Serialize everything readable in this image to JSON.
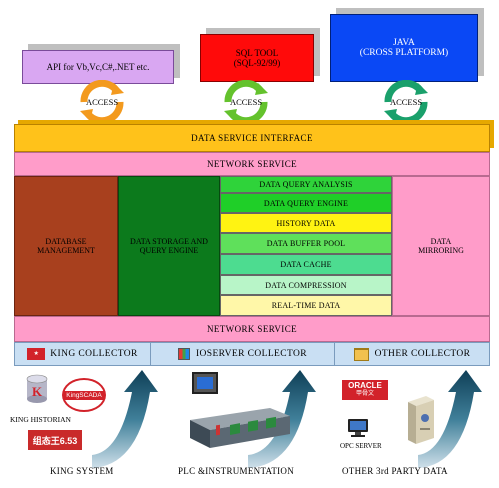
{
  "colors": {
    "api_box": "#d9a7f2",
    "sql_box": "#ff0a0a",
    "java_box": "#0a48f5",
    "interface_bar": "#ffc21a",
    "network_bar": "#ff9cc9",
    "db_mgmt": "#a8401e",
    "storage_engine": "#0c7a1c",
    "mirroring": "#ff9cc9",
    "access_ring_orange": "#f39a1e",
    "access_ring_green": "#64c22d",
    "access_ring_teal": "#1aa06b",
    "collector_bg": "#c9dff3"
  },
  "top_boxes": {
    "api": "API for Vb,Vc,C#,.NET etc.",
    "sql_line1": "SQL TOOL",
    "sql_line2": "(SQL-92/99)",
    "java_line1": "JAVA",
    "java_line2": "(CROSS PLATFORM)"
  },
  "access": [
    "ACCESS",
    "ACCESS",
    "ACCESS"
  ],
  "bars": {
    "interface": "DATA SERVICE INTERFACE",
    "network_top": "NETWORK SERVICE",
    "network_bottom": "NETWORK SERVICE"
  },
  "core": {
    "db_mgmt_line1": "DATABASE",
    "db_mgmt_line2": "MANAGEMENT",
    "storage_line1": "DATA STORAGE AND",
    "storage_line2": "QUERY ENGINE",
    "mirroring_line1": "DATA",
    "mirroring_line2": "MIRRORING",
    "stack": [
      {
        "label": "DATA QUERY ANALYSIS",
        "color": "#2fd33a"
      },
      {
        "label": "DATA QUERY ENGINE",
        "color": "#1fcf28"
      },
      {
        "label": "HISTORY DATA",
        "color": "#fff312"
      },
      {
        "label": "DATA BUFFER POOL",
        "color": "#5fe05b"
      },
      {
        "label": "DATA CACHE",
        "color": "#4ddc90"
      },
      {
        "label": "DATA COMPRESSION",
        "color": "#b8f5c8"
      },
      {
        "label": "REAL-TIME DATA",
        "color": "#fff7a8"
      }
    ]
  },
  "collectors": [
    {
      "label": "KING COLLECTOR",
      "icon": "king-logo-icon"
    },
    {
      "label": "IOSERVER COLLECTOR",
      "icon": "ioserver-icon"
    },
    {
      "label": "OTHER COLLECTOR",
      "icon": "folder-icon"
    }
  ],
  "sources": {
    "king_historian": "KING HISTORIAN",
    "kingscada": "KingSCADA",
    "kingview": "组态王6.53",
    "oracle": "ORACLE",
    "oracle_sub": "甲骨文",
    "opc_server": "OPC SERVER"
  },
  "bottom_labels": {
    "king": "KING SYSTEM",
    "plc": "PLC &INSTRUMENTATION",
    "other": "OTHER 3rd PARTY DATA"
  }
}
